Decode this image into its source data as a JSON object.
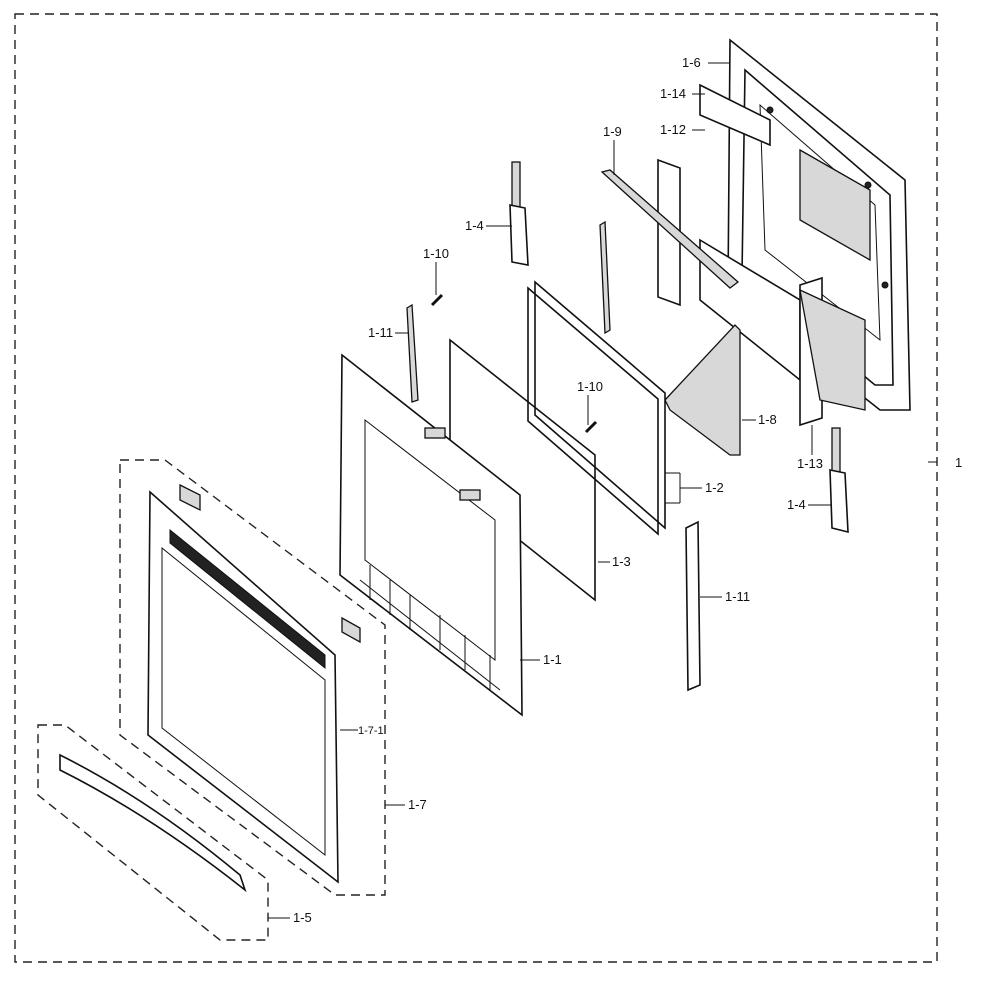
{
  "labels": {
    "assembly": "1",
    "frame_inner": "1-1",
    "glass_pair": "1-2",
    "glass_single": "1-3",
    "hinge_top": "1-4",
    "hinge_bottom": "1-4",
    "handle": "1-5",
    "frame_rear": "1-6",
    "door_outer": "1-7",
    "door_outer_panel": "1-7-1",
    "bracket": "1-8",
    "gasket": "1-9",
    "screw_top": "1-10",
    "screw_mid": "1-10",
    "clip_left": "1-11",
    "clip_right": "1-11",
    "insulation_top": "1-12",
    "insulation_side": "1-13",
    "insulation_strip": "1-14"
  }
}
